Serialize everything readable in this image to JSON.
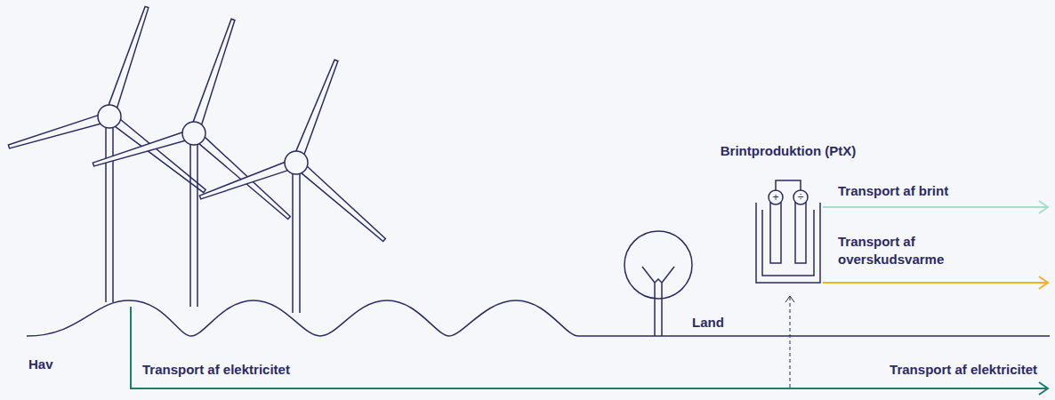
{
  "diagram": {
    "nodes": [
      {
        "text": [
          "Brintproduktion (PtX)"
        ]
      }
    ],
    "labels": [
      "+",
      "÷",
      "Transport af brint",
      "Transport af overskudsvarme",
      "Land",
      "Hav",
      "Transport af elektricitet",
      "Transport af elektricitet"
    ]
  }
}
